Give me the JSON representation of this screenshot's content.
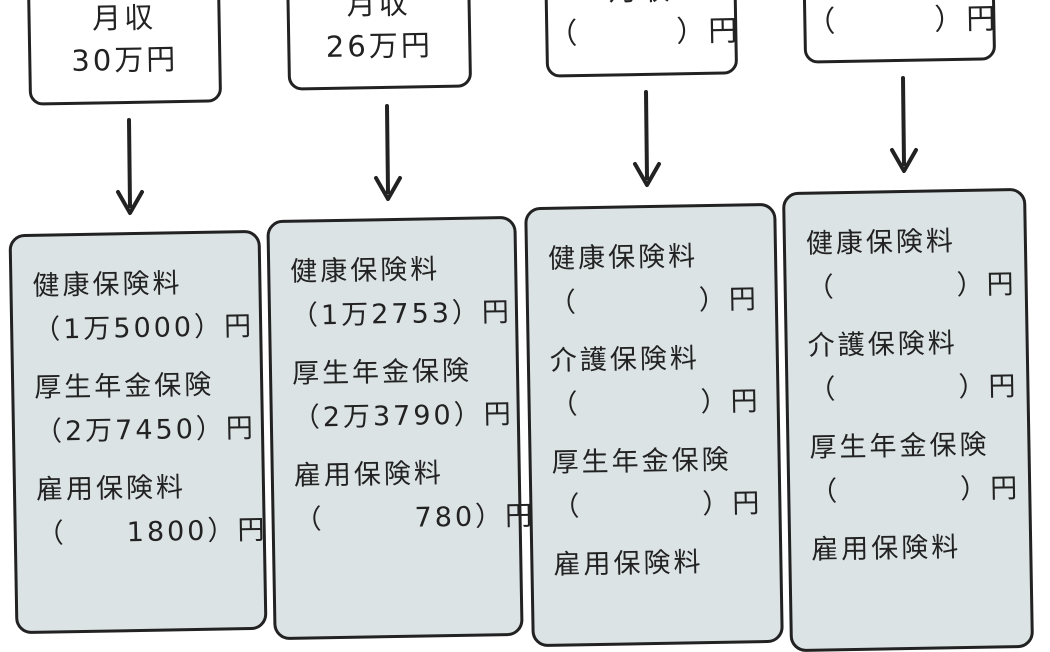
{
  "columns": [
    {
      "top": {
        "label": "月収",
        "amount": "30万円"
      },
      "items": [
        {
          "label": "健康保険料",
          "amount": "（1万5000）円"
        },
        {
          "label": "厚生年金保険",
          "amount": "（2万7450）円"
        },
        {
          "label": "雇用保険料",
          "amount": "（　　1800）円"
        }
      ]
    },
    {
      "top": {
        "label": "月収",
        "amount": "26万円"
      },
      "items": [
        {
          "label": "健康保険料",
          "amount": "（1万2753）円"
        },
        {
          "label": "厚生年金保険",
          "amount": "（2万3790）円"
        },
        {
          "label": "雇用保険料",
          "amount": "（　　　780）円"
        }
      ]
    },
    {
      "top": {
        "label": "月収",
        "amount": "（　　　）円"
      },
      "items": [
        {
          "label": "健康保険料",
          "amount": "（　　　　）円"
        },
        {
          "label": "介護保険料",
          "amount": "（　　　　）円"
        },
        {
          "label": "厚生年金保険",
          "amount": "（　　　　）円"
        },
        {
          "label": "雇用保険料",
          "amount": ""
        }
      ]
    },
    {
      "top": {
        "label": "",
        "amount": "（　　　）円"
      },
      "items": [
        {
          "label": "健康保険料",
          "amount": "（　　　　）円"
        },
        {
          "label": "介護保険料",
          "amount": "（　　　　）円"
        },
        {
          "label": "厚生年金保険",
          "amount": "（　　　　）円"
        },
        {
          "label": "雇用保険料",
          "amount": ""
        }
      ]
    }
  ],
  "colors": {
    "box_fill": "#dce3e5",
    "stroke": "#222222"
  }
}
